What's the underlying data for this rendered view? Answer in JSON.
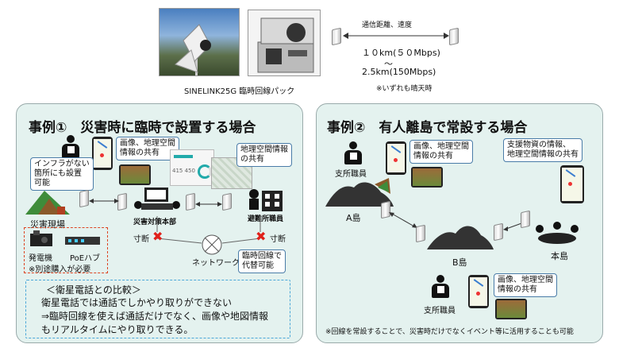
{
  "top": {
    "caption": "SINELINK25G 臨時回線パック",
    "link_label": "通信距離、速度",
    "range_1": "１０km(５０Mbps)",
    "tilde": "～",
    "range_2": "2.5km(150Mbps)",
    "note": "※いずれも晴天時"
  },
  "case1": {
    "title": "事例①　災害時に臨時で設置する場合",
    "callout_share": "画像、地理空間\n情報の共有",
    "callout_geo": "地理空間情報\nの共有",
    "callout_infra": "インフラがない\n箇所にも設置\n可能",
    "callout_alt": "臨時回線で\n代替可能",
    "screen_number": "415 450",
    "label_disaster_site": "災害現場",
    "label_hq": "災害対策本部",
    "label_shelter": "避難所職員",
    "label_cut_left": "寸断",
    "label_cut_right": "寸断",
    "label_network": "ネットワーク",
    "label_generator": "発電機",
    "label_poe": "PoEハブ",
    "label_separate": "※別途購入が必要",
    "compare_title": "＜衛星電話との比較＞",
    "compare_line1": "衛星電話では通話でしかやり取りができない",
    "compare_line2": "⇒臨時回線を使えば通話だけでなく、画像や地図情報",
    "compare_line3": "もリアルタイムにやり取りできる。"
  },
  "case2": {
    "title": "事例②　有人離島で常設する場合",
    "callout_share_top": "画像、地理空間\n情報の共有",
    "callout_support": "支援物資の情報、\n地理空間情報の共有",
    "callout_share_bottom": "画像、地理空間\n情報の共有",
    "label_staff_top": "支所職員",
    "label_island_a": "A島",
    "label_island_b": "B島",
    "label_main_island": "本島",
    "label_staff_bottom": "支所職員",
    "footnote": "※回線を常設することで、災害時だけでなくイベント等に活用することも可能"
  }
}
